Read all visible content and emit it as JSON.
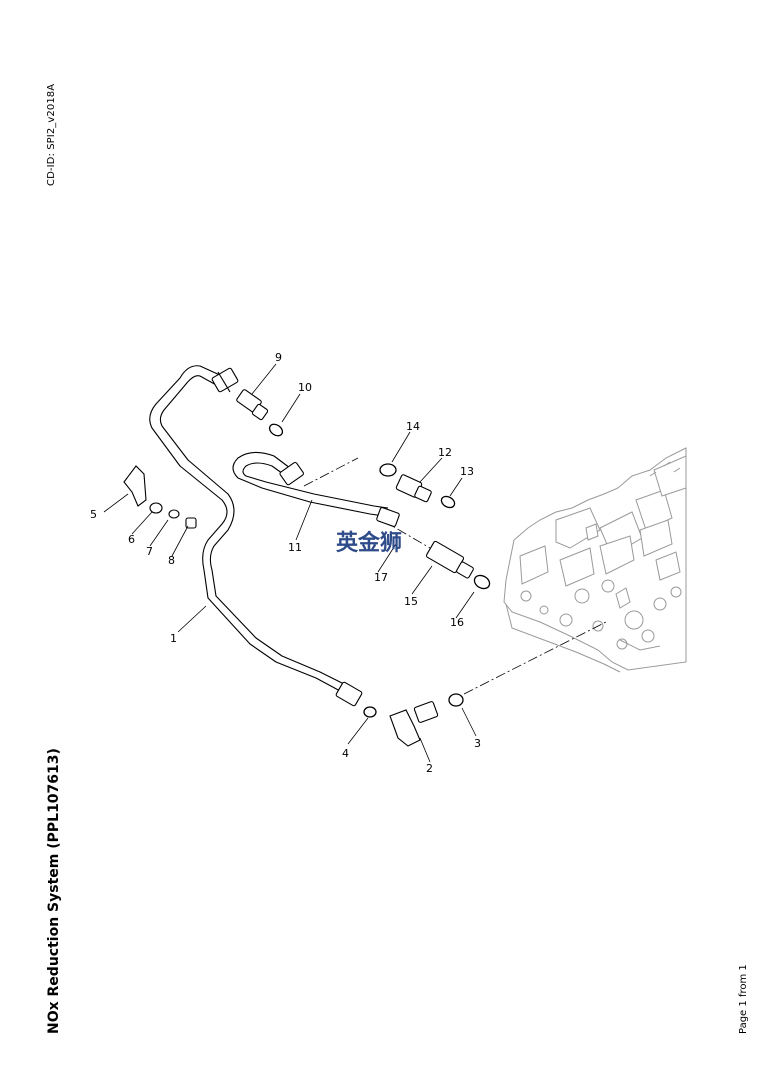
{
  "document": {
    "cd_id": "CD-ID: SPI2_v2018A",
    "title": "NOx Reduction System (PPL107613)",
    "footer": "Page 1 from 1"
  },
  "watermark": {
    "text": "英金狮",
    "color": "#2f4c8a"
  },
  "callouts": {
    "c1": "1",
    "c2": "2",
    "c3": "3",
    "c4": "4",
    "c5": "5",
    "c6": "6",
    "c7": "7",
    "c8": "8",
    "c9": "9",
    "c10": "10",
    "c11": "11",
    "c12": "12",
    "c13": "13",
    "c14": "14",
    "c15": "15",
    "c16": "16",
    "c17": "17"
  }
}
